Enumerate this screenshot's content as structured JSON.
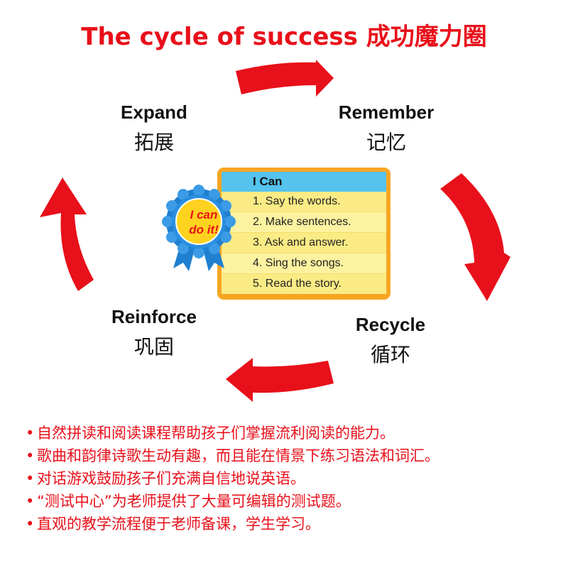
{
  "title": "The cycle of success  成功魔力圈",
  "colors": {
    "accent": "#e8101a",
    "card_border": "#f6a623",
    "card_header": "#55c3ee",
    "card_body": "#fdf2a0",
    "badge_blue": "#1f7fd0"
  },
  "stages": {
    "expand": {
      "en": "Expand",
      "zh": "拓展"
    },
    "remember": {
      "en": "Remember",
      "zh": "记忆"
    },
    "recycle": {
      "en": "Recycle",
      "zh": "循环"
    },
    "reinforce": {
      "en": "Reinforce",
      "zh": "巩固"
    }
  },
  "card": {
    "header": "I Can",
    "items": [
      "1. Say the words.",
      "2. Make sentences.",
      "3. Ask and answer.",
      "4. Sing the songs.",
      "5. Read the story."
    ]
  },
  "badge": {
    "line1": "I can",
    "line2": "do it!",
    "icon": "ribbon-rosette-icon"
  },
  "bullets": {
    "marker": "•",
    "items": [
      "自然拼读和阅读课程帮助孩子们掌握流利阅读的能力。",
      "歌曲和韵律诗歌生动有趣，而且能在情景下练习语法和词汇。",
      "对话游戏鼓励孩子们充满自信地说英语。",
      "“测试中心”为老师提供了大量可编辑的测试题。",
      "直观的教学流程便于老师备课，学生学习。"
    ]
  }
}
